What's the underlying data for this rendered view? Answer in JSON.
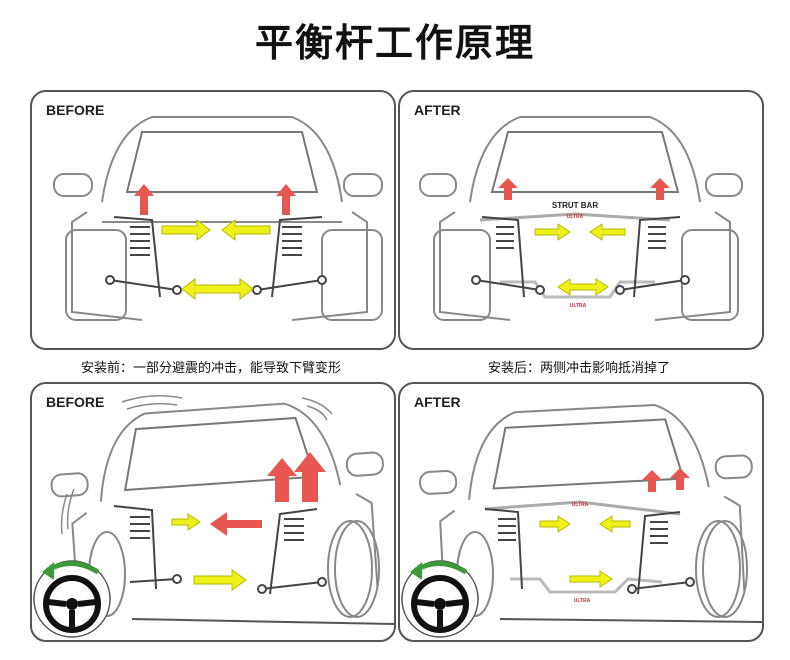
{
  "title": "平衡杆工作原理",
  "panels": {
    "p1": {
      "label": "BEFORE"
    },
    "p2": {
      "label": "AFTER",
      "strut_label": "STRUT BAR",
      "brand": "ULTRA"
    },
    "p3": {
      "label": "BEFORE"
    },
    "p4": {
      "label": "AFTER",
      "brand": "ULTRA"
    }
  },
  "captions": {
    "before": "安装前：一部分避震的冲击，能导致下臂变形",
    "after": "安装后：两侧冲击影响抵消掉了"
  },
  "colors": {
    "red_arrow": "#e8574f",
    "yellow_arrow": "#eef01a",
    "green_arrow": "#3d9a3a"
  }
}
